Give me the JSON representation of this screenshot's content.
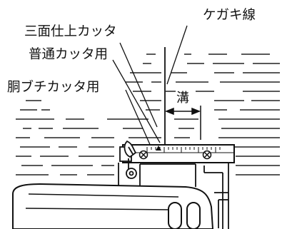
{
  "labels": {
    "scribe_line": "ケガキ線",
    "three_face": "三面仕上カッタ",
    "normal": "普通カッタ用",
    "trunk": "胴ブチカッタ用",
    "groove": "溝"
  }
}
